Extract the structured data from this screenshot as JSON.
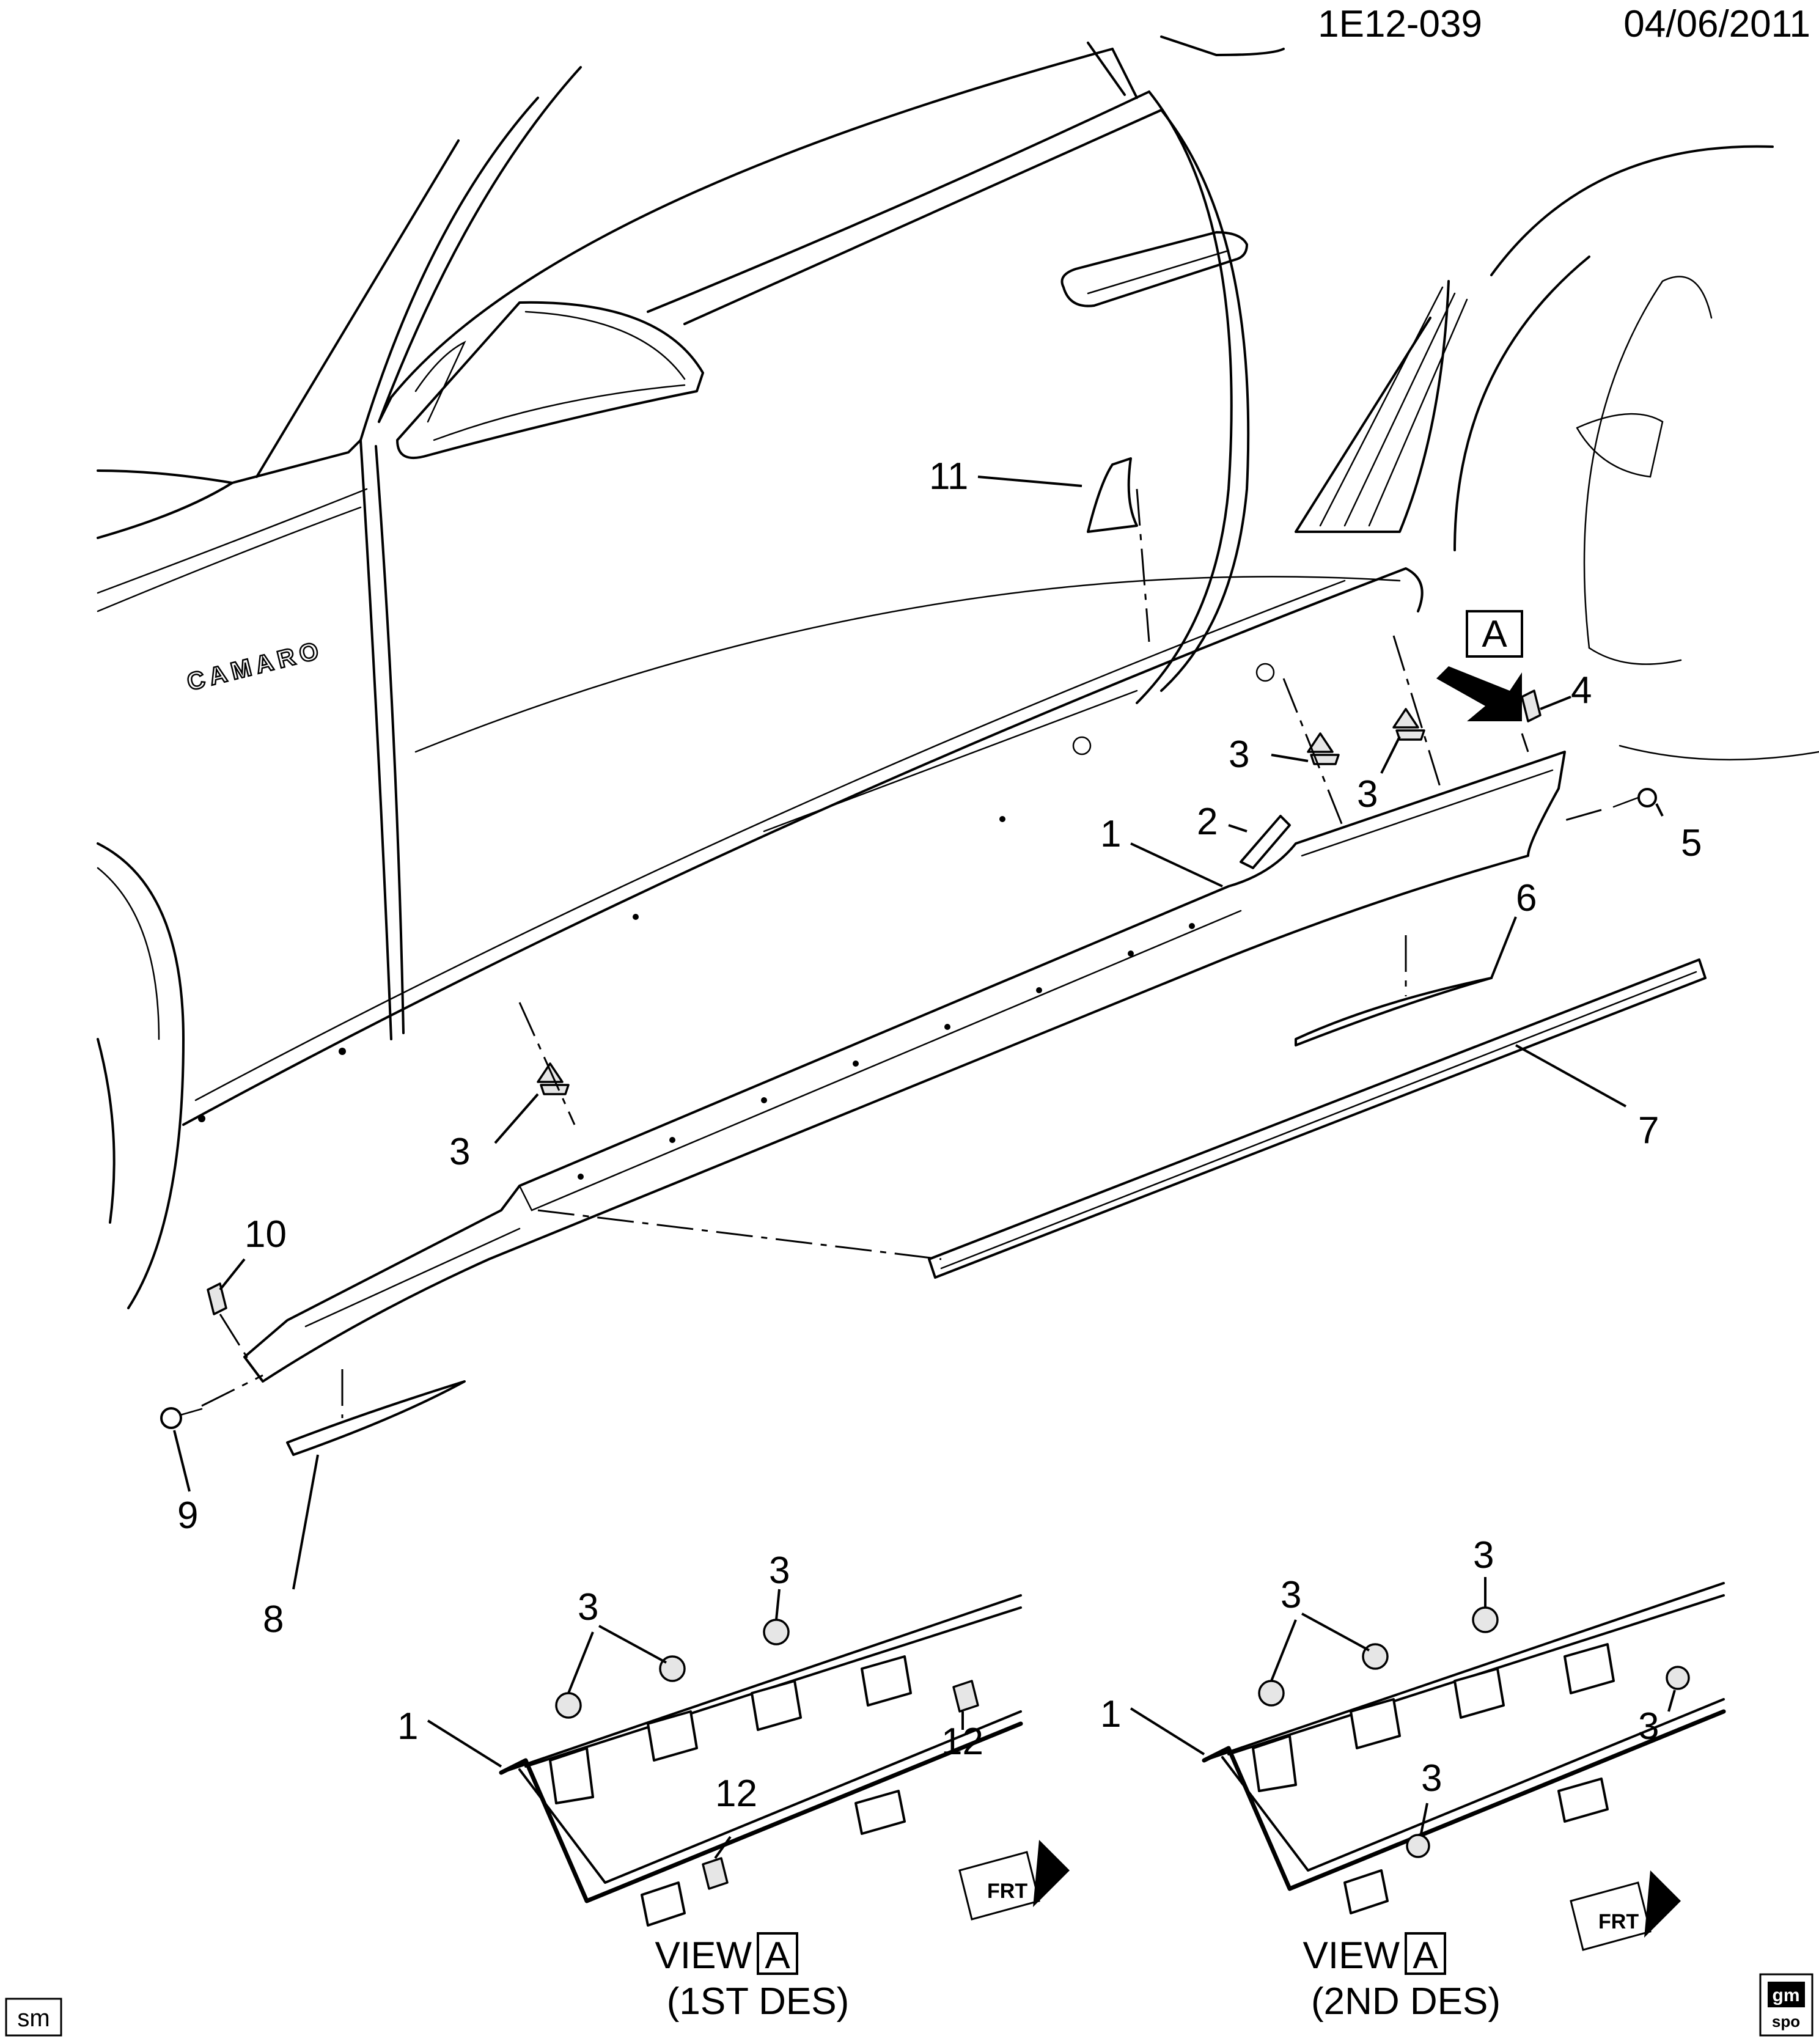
{
  "header": {
    "drawing_id": "1E12-039",
    "date": "04/06/2011"
  },
  "view_markers": {
    "main_arrow_letter": "A"
  },
  "callouts": {
    "c1": "1",
    "c2": "2",
    "c3a": "3",
    "c3b": "3",
    "c3c": "3",
    "c4": "4",
    "c5": "5",
    "c6": "6",
    "c7": "7",
    "c8": "8",
    "c9": "9",
    "c10": "10",
    "c11": "11"
  },
  "views": [
    {
      "label": "VIEW",
      "letter": "A",
      "caption": "(1ST DES)",
      "callouts": {
        "part1": "1",
        "clipA": "3",
        "clipB": "3",
        "clipC": "12",
        "clipD": "12"
      }
    },
    {
      "label": "VIEW",
      "letter": "A",
      "caption": "(2ND DES)",
      "callouts": {
        "part1": "1",
        "clipA": "3",
        "clipB": "3",
        "clipC": "3",
        "clipD": "3"
      }
    }
  ],
  "direction_marker": "FRT",
  "footer": {
    "left_badge": "sm",
    "right_logo_top": "gm",
    "right_logo_bottom": "spo"
  },
  "car_badge": "CAMARO"
}
